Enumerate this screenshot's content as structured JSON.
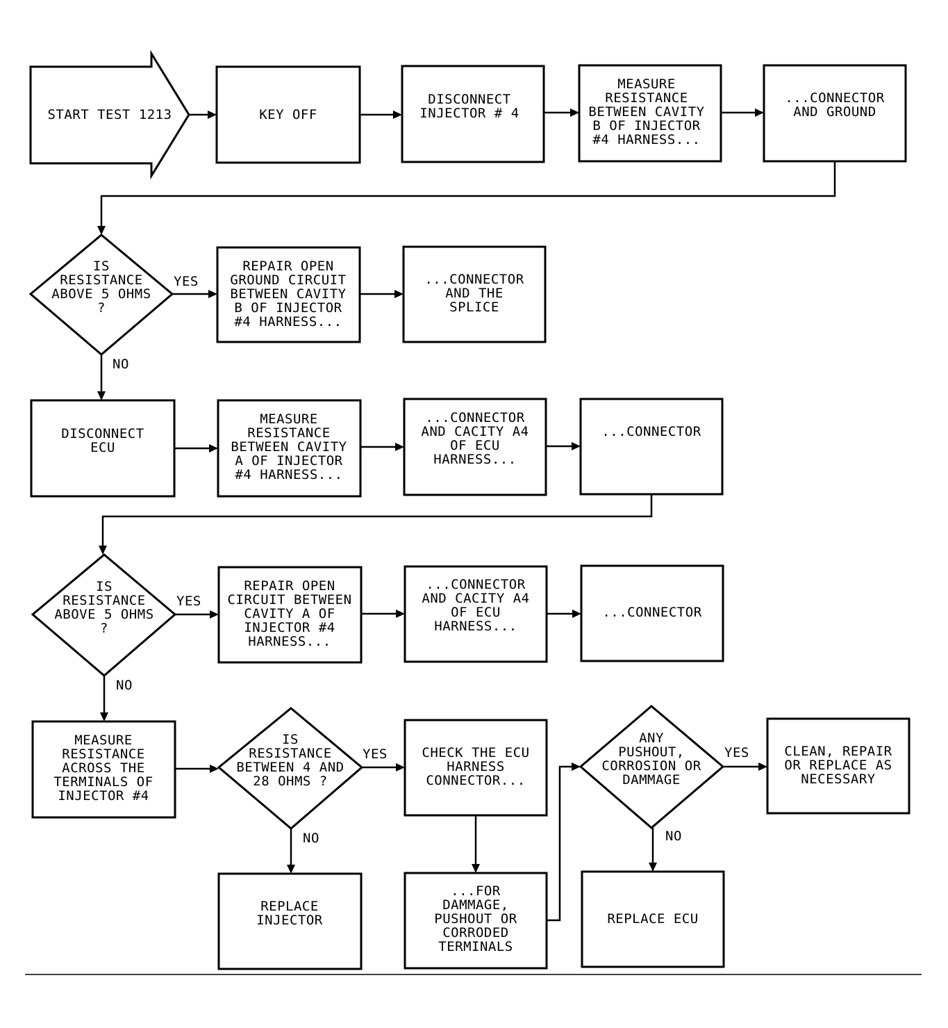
{
  "nodes": {
    "start": {
      "kind": "arrow",
      "lines": [
        "START TEST 1213"
      ]
    },
    "keyoff": {
      "kind": "box",
      "lines": [
        "KEY OFF"
      ]
    },
    "disc4": {
      "kind": "box",
      "lines": [
        "DISCONNECT",
        "INJECTOR # 4"
      ]
    },
    "meas1": {
      "kind": "box",
      "lines": [
        "MEASURE",
        "RESISTANCE",
        "BETWEEN CAVITY",
        "B OF INJECTOR",
        "#4 HARNESS..."
      ]
    },
    "conn1": {
      "kind": "box",
      "lines": [
        "...CONNECTOR",
        "AND GROUND"
      ]
    },
    "dec1": {
      "kind": "diamond",
      "lines": [
        "IS",
        "RESISTANCE",
        "ABOVE 5 OHMS",
        "?"
      ]
    },
    "rep1": {
      "kind": "box",
      "lines": [
        "REPAIR OPEN",
        "GROUND CIRCUIT",
        "BETWEEN CAVITY",
        "B OF INJECTOR",
        "#4 HARNESS..."
      ]
    },
    "rep1b": {
      "kind": "box",
      "lines": [
        "...CONNECTOR",
        "AND THE",
        "SPLICE"
      ]
    },
    "discecu": {
      "kind": "box",
      "lines": [
        "DISCONNECT",
        "ECU"
      ]
    },
    "meas2": {
      "kind": "box",
      "lines": [
        "MEASURE",
        "RESISTANCE",
        "BETWEEN CAVITY",
        "A OF INJECTOR",
        "#4 HARNESS..."
      ]
    },
    "meas2b": {
      "kind": "box",
      "lines": [
        "...CONNECTOR",
        "AND CACITY A4",
        "OF ECU",
        "HARNESS..."
      ]
    },
    "meas2c": {
      "kind": "box",
      "lines": [
        "...CONNECTOR"
      ]
    },
    "dec2": {
      "kind": "diamond",
      "lines": [
        "IS",
        "RESISTANCE",
        "ABOVE 5 OHMS",
        "?"
      ]
    },
    "rep2": {
      "kind": "box",
      "lines": [
        "REPAIR OPEN",
        "CIRCUIT BETWEEN",
        "CAVITY A OF",
        "INJECTOR #4",
        "HARNESS..."
      ]
    },
    "rep2b": {
      "kind": "box",
      "lines": [
        "...CONNECTOR",
        "AND CACITY A4",
        "OF ECU",
        "HARNESS..."
      ]
    },
    "rep2c": {
      "kind": "box",
      "lines": [
        "...CONNECTOR"
      ]
    },
    "meas3": {
      "kind": "box",
      "lines": [
        "MEASURE",
        "RESISTANCE",
        "ACROSS THE",
        "TERMINALS OF",
        "INJECTOR #4"
      ]
    },
    "dec3": {
      "kind": "diamond",
      "lines": [
        "IS",
        "RESISTANCE",
        "BETWEEN 4 AND",
        "28 OHMS ?"
      ]
    },
    "check": {
      "kind": "box",
      "lines": [
        "CHECK THE ECU",
        "HARNESS",
        "CONNECTOR..."
      ]
    },
    "dec4": {
      "kind": "diamond",
      "lines": [
        "ANY",
        "PUSHOUT,",
        "CORROSION OR",
        "DAMMAGE"
      ]
    },
    "clean": {
      "kind": "box",
      "lines": [
        "CLEAN, REPAIR",
        "OR REPLACE AS",
        "NECESSARY"
      ]
    },
    "repinj": {
      "kind": "box",
      "lines": [
        "REPLACE",
        "INJECTOR"
      ]
    },
    "check2": {
      "kind": "box",
      "lines": [
        "...FOR",
        "DAMMAGE,",
        "PUSHOUT OR",
        "CORRODED",
        "TERMINALS"
      ]
    },
    "repecu": {
      "kind": "box",
      "lines": [
        "REPLACE ECU"
      ]
    }
  },
  "edges": [
    {
      "from": "start",
      "to": "keyoff",
      "label": ""
    },
    {
      "from": "keyoff",
      "to": "disc4",
      "label": ""
    },
    {
      "from": "disc4",
      "to": "meas1",
      "label": ""
    },
    {
      "from": "meas1",
      "to": "conn1",
      "label": ""
    },
    {
      "from": "conn1",
      "to": "dec1",
      "label": ""
    },
    {
      "from": "dec1",
      "to": "rep1",
      "label": "YES"
    },
    {
      "from": "rep1",
      "to": "rep1b",
      "label": ""
    },
    {
      "from": "dec1",
      "to": "discecu",
      "label": "NO"
    },
    {
      "from": "discecu",
      "to": "meas2",
      "label": ""
    },
    {
      "from": "meas2",
      "to": "meas2b",
      "label": ""
    },
    {
      "from": "meas2b",
      "to": "meas2c",
      "label": ""
    },
    {
      "from": "meas2c",
      "to": "dec2",
      "label": ""
    },
    {
      "from": "dec2",
      "to": "rep2",
      "label": "YES"
    },
    {
      "from": "rep2",
      "to": "rep2b",
      "label": ""
    },
    {
      "from": "rep2b",
      "to": "rep2c",
      "label": ""
    },
    {
      "from": "dec2",
      "to": "meas3",
      "label": "NO"
    },
    {
      "from": "meas3",
      "to": "dec3",
      "label": ""
    },
    {
      "from": "dec3",
      "to": "check",
      "label": "YES"
    },
    {
      "from": "dec3",
      "to": "repinj",
      "label": "NO"
    },
    {
      "from": "check",
      "to": "check2",
      "label": ""
    },
    {
      "from": "check2",
      "to": "dec4",
      "label": ""
    },
    {
      "from": "dec4",
      "to": "clean",
      "label": "YES"
    },
    {
      "from": "dec4",
      "to": "repecu",
      "label": "NO"
    }
  ]
}
